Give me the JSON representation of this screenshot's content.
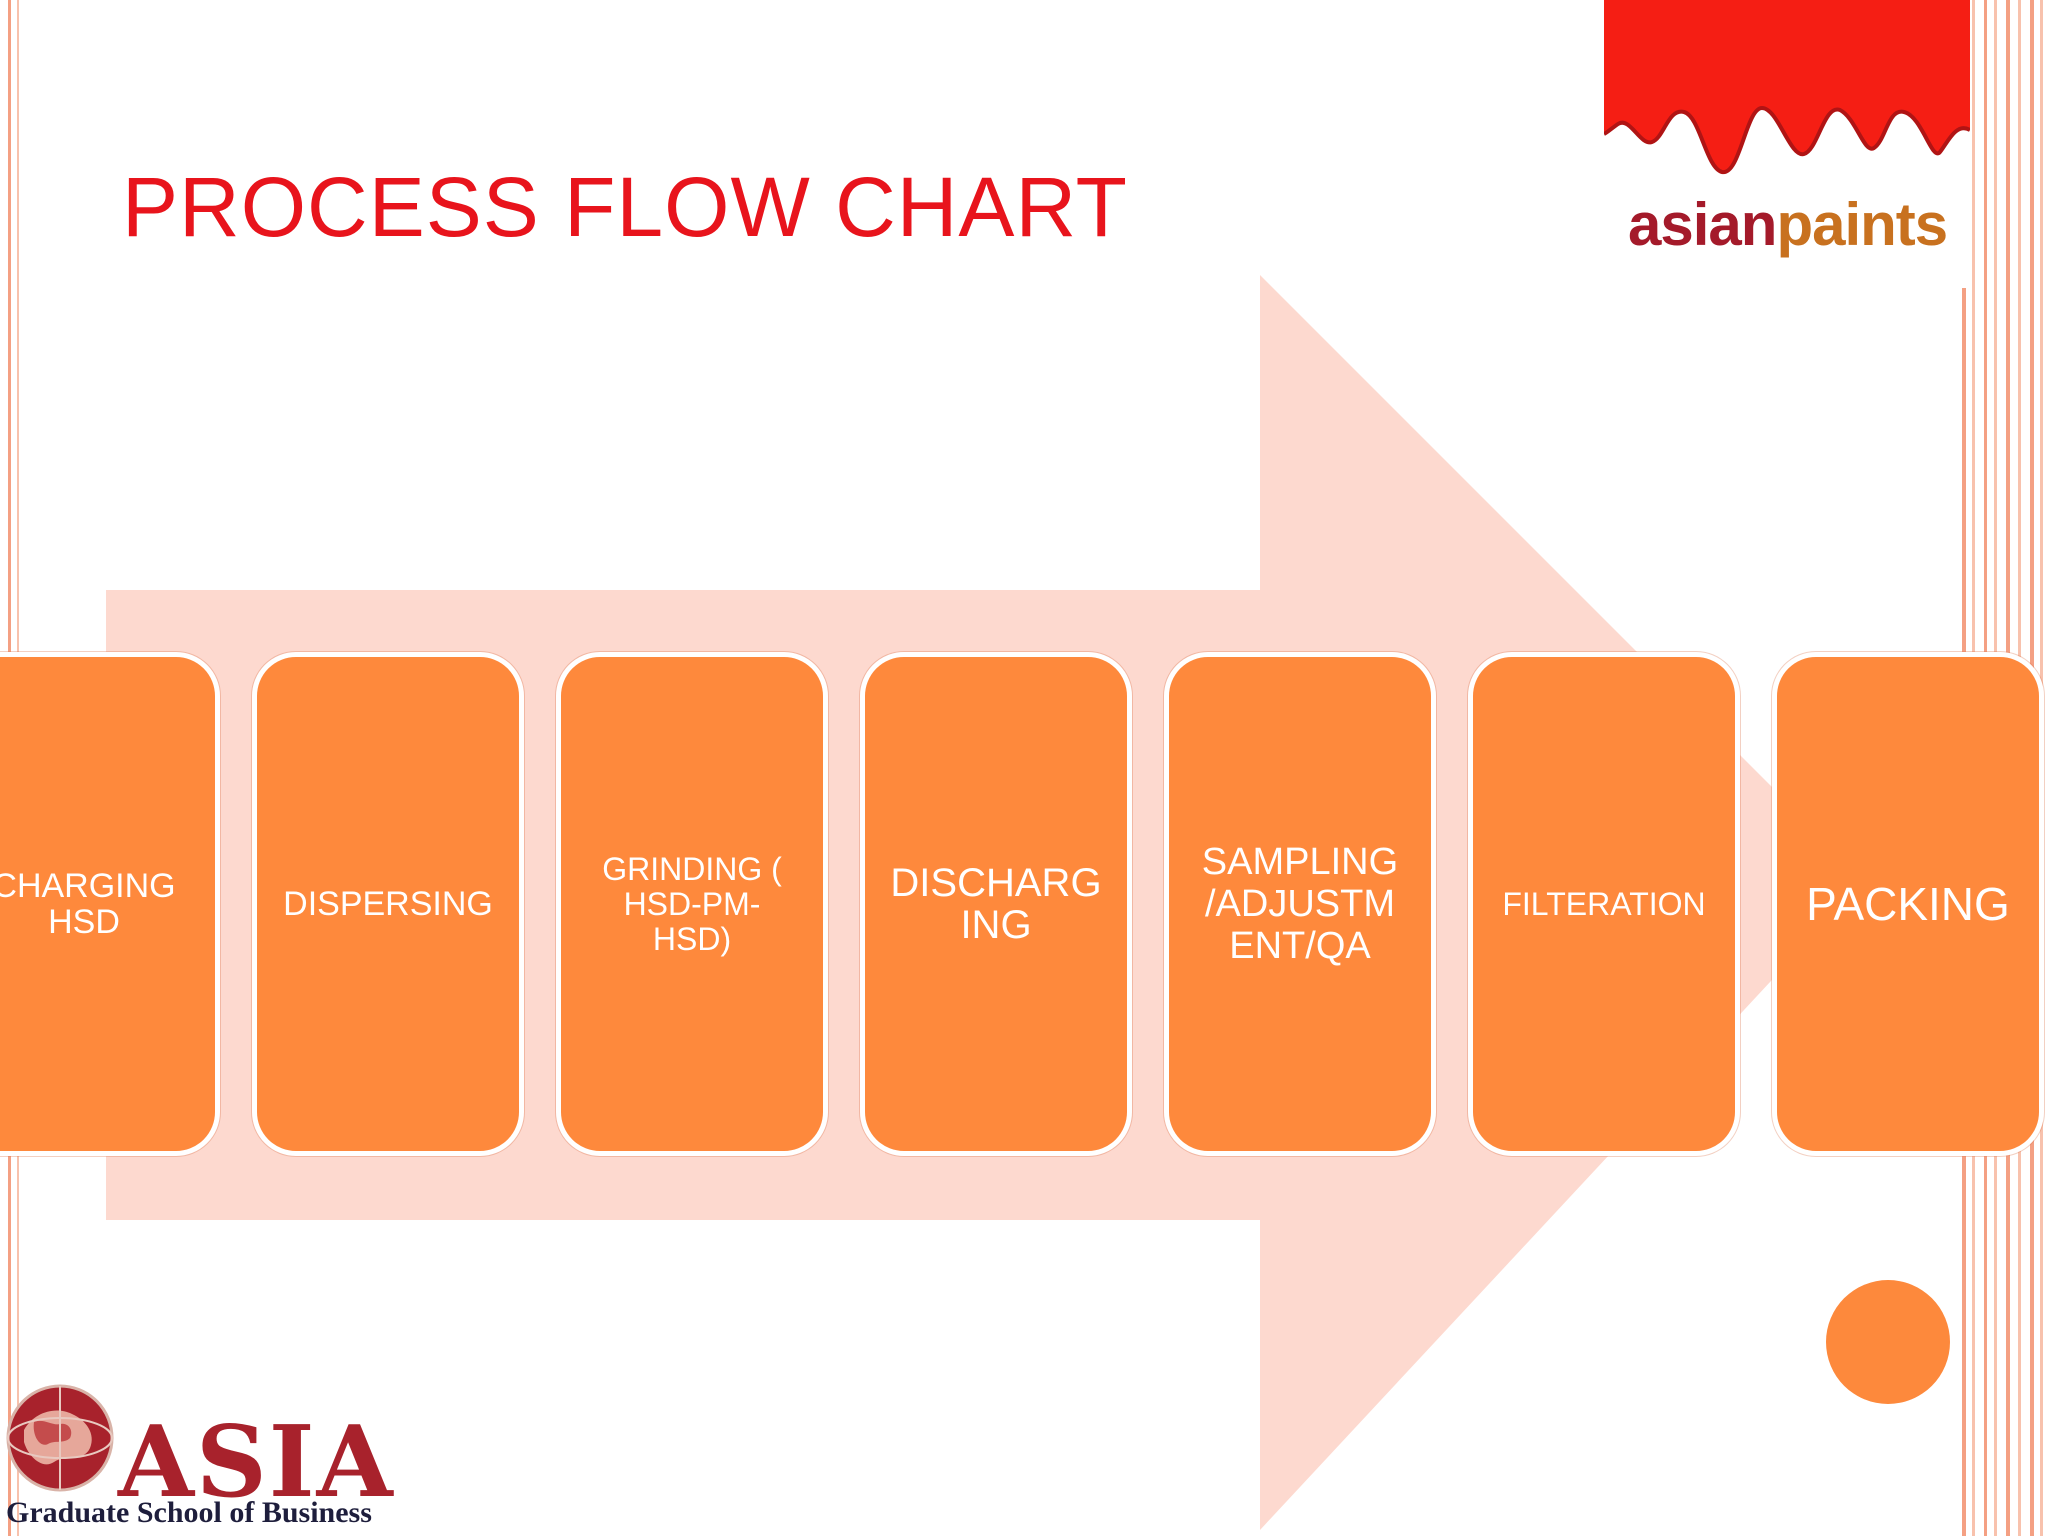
{
  "title": "PROCESS FLOW CHART",
  "colors": {
    "title": "#e8141c",
    "step_fill": "#fe893c",
    "arrow_fill": "#fdd9cf",
    "accent_circle": "#fd893c",
    "frame_stripe": "#f4a083"
  },
  "steps": [
    {
      "label": "CHARGING HSD"
    },
    {
      "label": "DISPERSING"
    },
    {
      "label": "GRINDING ( HSD-PM-HSD)"
    },
    {
      "label": "DISCHARGING"
    },
    {
      "label": "SAMPLING /ADJUSTMENT/QA"
    },
    {
      "label": "FILTERATION"
    },
    {
      "label": "PACKING"
    }
  ],
  "logos": {
    "asianpaints": {
      "part1": "asian",
      "part2": "paints"
    },
    "asia": {
      "name": "ASIA",
      "tagline": "Graduate School of Business"
    }
  }
}
